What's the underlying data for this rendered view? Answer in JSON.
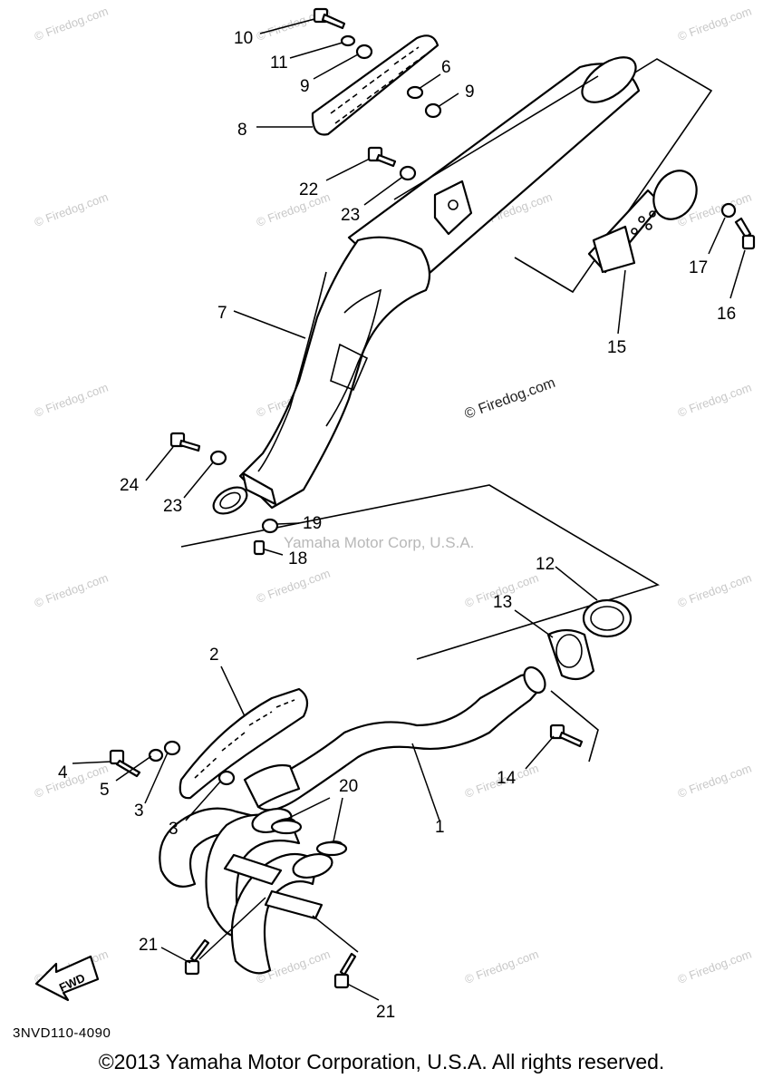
{
  "diagram": {
    "callouts": [
      {
        "id": "c10",
        "label": "10"
      },
      {
        "id": "c11",
        "label": "11"
      },
      {
        "id": "c9a",
        "label": "9"
      },
      {
        "id": "c6",
        "label": "6"
      },
      {
        "id": "c9b",
        "label": "9"
      },
      {
        "id": "c8",
        "label": "8"
      },
      {
        "id": "c22",
        "label": "22"
      },
      {
        "id": "c23a",
        "label": "23"
      },
      {
        "id": "c7",
        "label": "7"
      },
      {
        "id": "c17",
        "label": "17"
      },
      {
        "id": "c16",
        "label": "16"
      },
      {
        "id": "c15",
        "label": "15"
      },
      {
        "id": "c24",
        "label": "24"
      },
      {
        "id": "c23b",
        "label": "23"
      },
      {
        "id": "c19",
        "label": "19"
      },
      {
        "id": "c18",
        "label": "18"
      },
      {
        "id": "c12",
        "label": "12"
      },
      {
        "id": "c13",
        "label": "13"
      },
      {
        "id": "c2",
        "label": "2"
      },
      {
        "id": "c4",
        "label": "4"
      },
      {
        "id": "c5",
        "label": "5"
      },
      {
        "id": "c3a",
        "label": "3"
      },
      {
        "id": "c3b",
        "label": "3"
      },
      {
        "id": "c20",
        "label": "20"
      },
      {
        "id": "c1",
        "label": "1"
      },
      {
        "id": "c14",
        "label": "14"
      },
      {
        "id": "c21a",
        "label": "21"
      },
      {
        "id": "c21b",
        "label": "21"
      }
    ],
    "watermark": "© Firedog.com",
    "corp_watermark": "Yamaha Motor Corp, U.S.A.",
    "fwd_label": "FWD",
    "diagram_code": "3NVD110-4090",
    "copyright": "©2013 Yamaha Motor Corporation, U.S.A. All rights reserved."
  }
}
